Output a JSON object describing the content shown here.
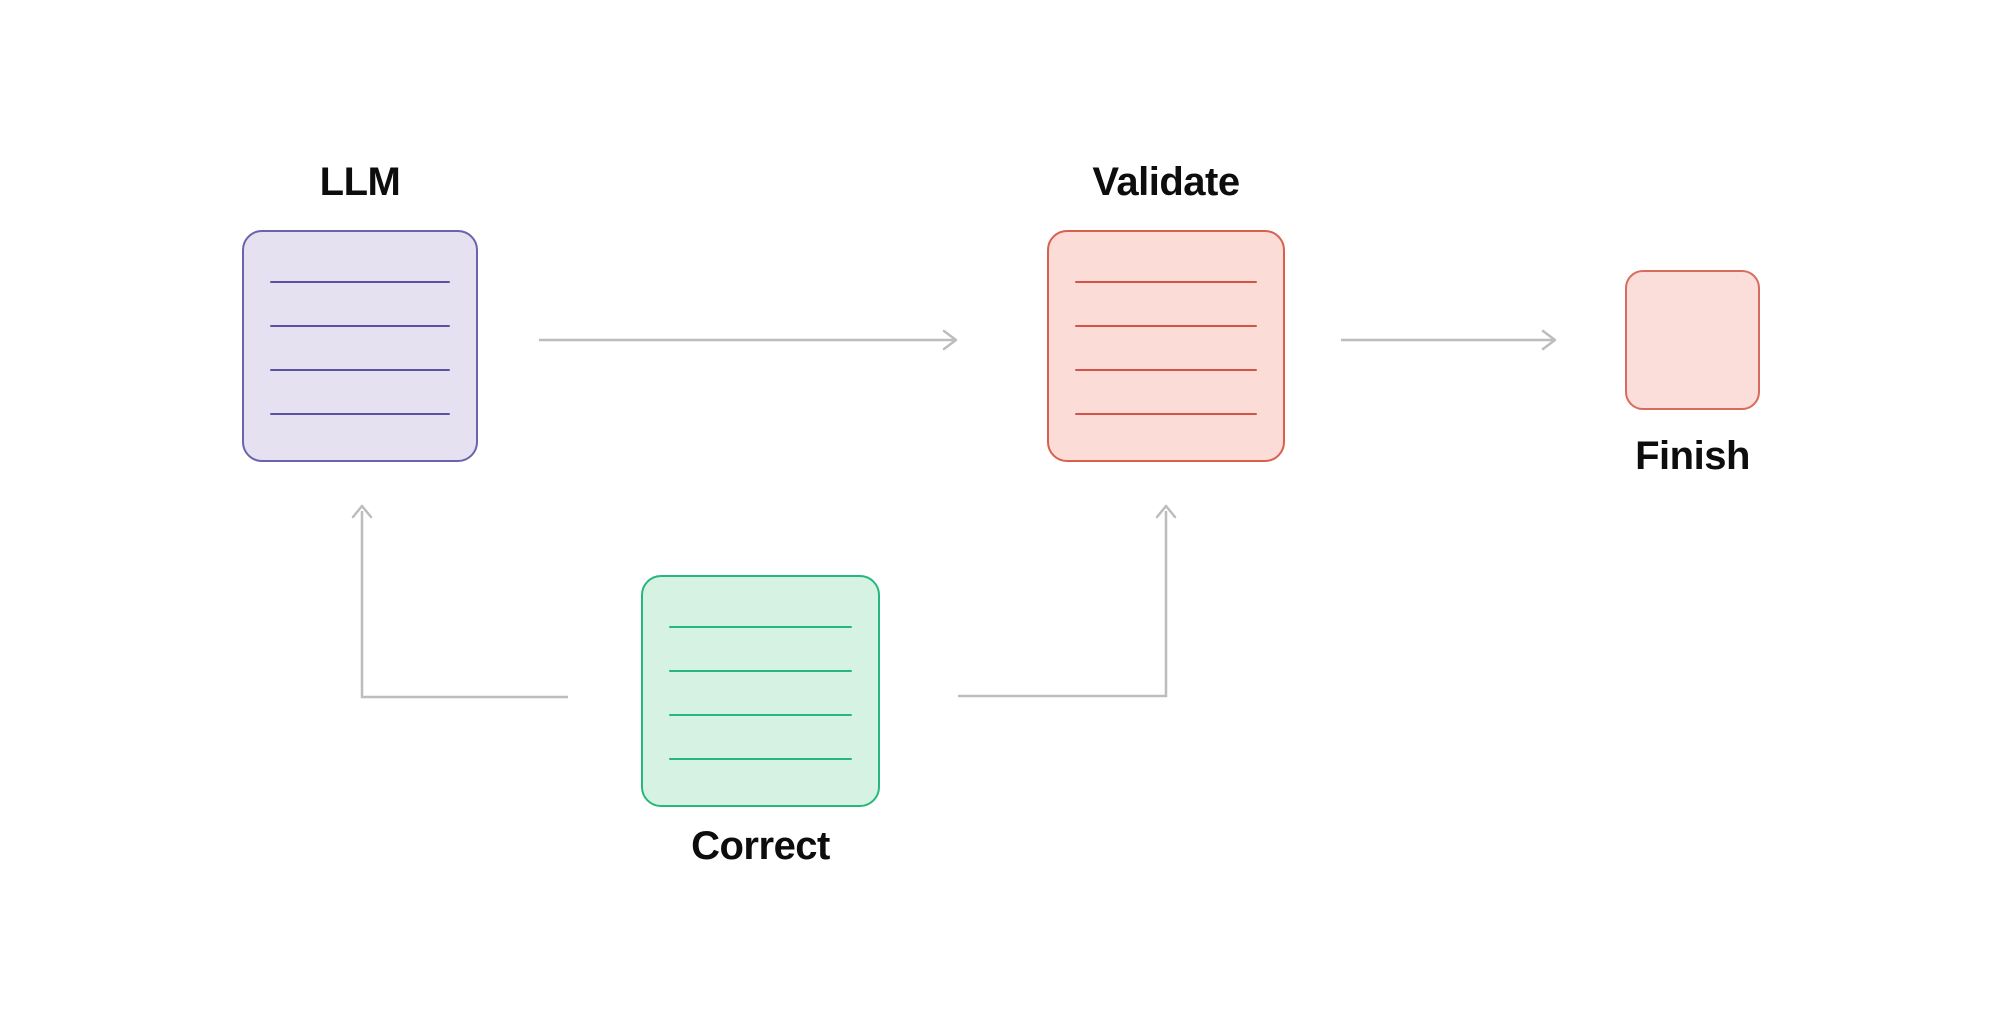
{
  "diagram": {
    "background_color": "#ffffff",
    "connector_color": "#bdbdbd",
    "label_color": "#0d0d0d",
    "nodes": [
      {
        "id": "llm",
        "label": "LLM",
        "label_position": "top",
        "fill": "#e5e1f1",
        "border": "#6b63ab",
        "rule_color": "#5a52a4",
        "rule_count": 4
      },
      {
        "id": "validate",
        "label": "Validate",
        "label_position": "top",
        "fill": "#fbdcd7",
        "border": "#d95f4e",
        "rule_color": "#d25449",
        "rule_count": 4
      },
      {
        "id": "correct",
        "label": "Correct",
        "label_position": "bottom",
        "fill": "#d6f2e3",
        "border": "#27b77d",
        "rule_color": "#27b77d",
        "rule_count": 4
      },
      {
        "id": "finish",
        "label": "Finish",
        "label_position": "bottom",
        "fill": "#fbdeda",
        "border": "#d96b5d",
        "rule_color": null,
        "rule_count": 0
      }
    ],
    "edges": [
      {
        "from": "llm",
        "to": "validate",
        "style": "straight-right"
      },
      {
        "from": "validate",
        "to": "finish",
        "style": "straight-right"
      },
      {
        "from": "correct",
        "to": "llm",
        "style": "elbow-left-up"
      },
      {
        "from": "correct",
        "to": "validate",
        "style": "elbow-right-up"
      }
    ]
  }
}
